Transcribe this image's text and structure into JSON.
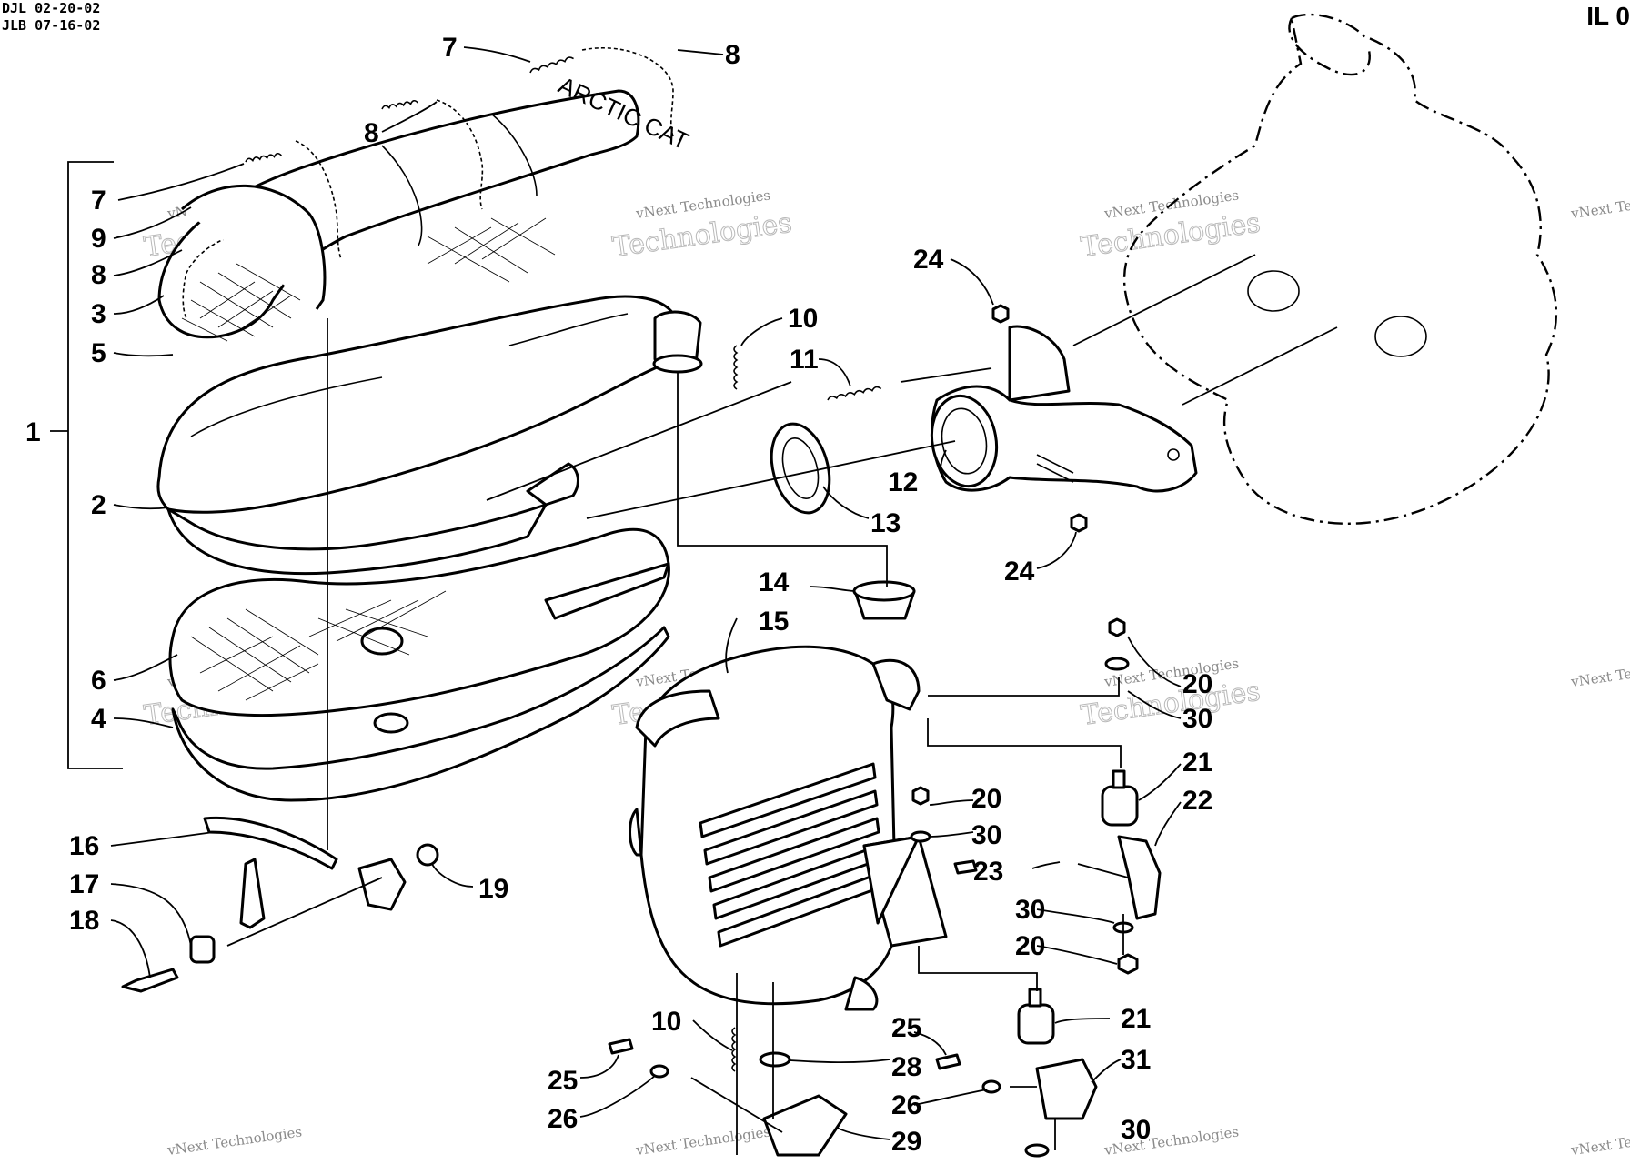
{
  "header": {
    "line1": "DJL 02-20-02",
    "line2": "JLB 07-16-02",
    "illustration_id": "IL 0"
  },
  "watermark": {
    "small": "vNext Technologies",
    "large": "Technologies"
  },
  "callouts": [
    {
      "id": "c1",
      "text": "1"
    },
    {
      "id": "c2",
      "text": "2"
    },
    {
      "id": "c3",
      "text": "3"
    },
    {
      "id": "c4",
      "text": "4"
    },
    {
      "id": "c5",
      "text": "5"
    },
    {
      "id": "c6",
      "text": "6"
    },
    {
      "id": "c7a",
      "text": "7"
    },
    {
      "id": "c7b",
      "text": "7"
    },
    {
      "id": "c8a",
      "text": "8"
    },
    {
      "id": "c8b",
      "text": "8"
    },
    {
      "id": "c8c",
      "text": "8"
    },
    {
      "id": "c9",
      "text": "9"
    },
    {
      "id": "c10a",
      "text": "10"
    },
    {
      "id": "c10b",
      "text": "10"
    },
    {
      "id": "c11",
      "text": "11"
    },
    {
      "id": "c12",
      "text": "12"
    },
    {
      "id": "c13",
      "text": "13"
    },
    {
      "id": "c14",
      "text": "14"
    },
    {
      "id": "c15",
      "text": "15"
    },
    {
      "id": "c16",
      "text": "16"
    },
    {
      "id": "c17",
      "text": "17"
    },
    {
      "id": "c18",
      "text": "18"
    },
    {
      "id": "c19",
      "text": "19"
    },
    {
      "id": "c20a",
      "text": "20"
    },
    {
      "id": "c20b",
      "text": "20"
    },
    {
      "id": "c20c",
      "text": "20"
    },
    {
      "id": "c21a",
      "text": "21"
    },
    {
      "id": "c21b",
      "text": "21"
    },
    {
      "id": "c22",
      "text": "22"
    },
    {
      "id": "c23",
      "text": "23"
    },
    {
      "id": "c24a",
      "text": "24"
    },
    {
      "id": "c24b",
      "text": "24"
    },
    {
      "id": "c25a",
      "text": "25"
    },
    {
      "id": "c25b",
      "text": "25"
    },
    {
      "id": "c26a",
      "text": "26"
    },
    {
      "id": "c26b",
      "text": "26"
    },
    {
      "id": "c28",
      "text": "28"
    },
    {
      "id": "c29",
      "text": "29"
    },
    {
      "id": "c30a",
      "text": "30"
    },
    {
      "id": "c30b",
      "text": "30"
    },
    {
      "id": "c30c",
      "text": "30"
    },
    {
      "id": "c30d",
      "text": "30"
    },
    {
      "id": "c31",
      "text": "31"
    }
  ],
  "embossed_text": "ARCTIC CAT"
}
